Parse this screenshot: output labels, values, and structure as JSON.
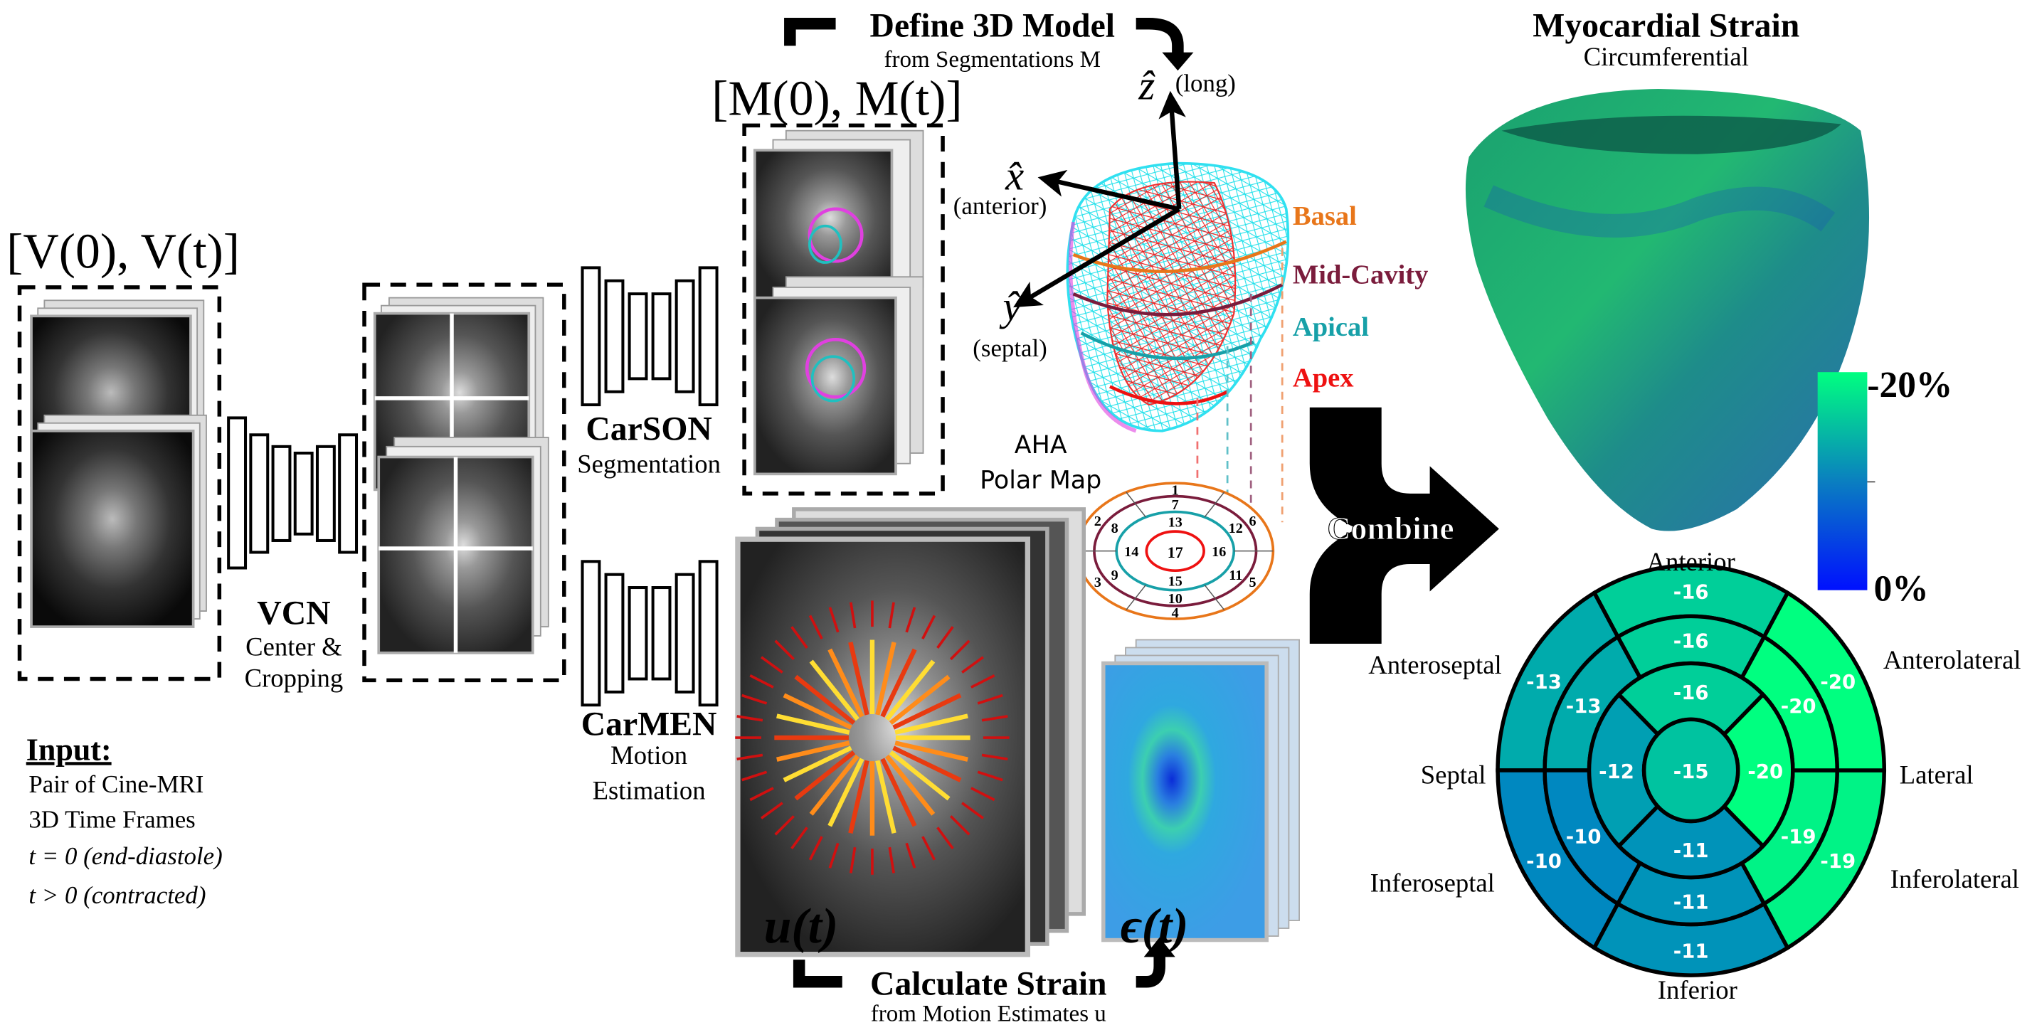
{
  "input": {
    "bracket_label": "[V(0), V(t)]",
    "title": "Input:",
    "lines": [
      "Pair of Cine-MRI",
      "3D Time Frames",
      "t = 0 (end-diastole)",
      "t > 0 (contracted)"
    ]
  },
  "vcn": {
    "name": "VCN",
    "line1": "Center &",
    "line2": "Cropping"
  },
  "carson": {
    "name": "CarSON",
    "desc": "Segmentation"
  },
  "carmen": {
    "name": "CarMEN",
    "line1": "Motion",
    "line2": "Estimation"
  },
  "segmentations": {
    "bracket_label": "[M(0), M(t)]"
  },
  "define_model": {
    "title": "Define 3D Model",
    "subtitle": "from Segmentations M"
  },
  "calc_strain": {
    "title": "Calculate Strain",
    "subtitle": "from Motion Estimates u"
  },
  "motion_label": "u(t)",
  "strain_label": "ϵ(t)",
  "axes": {
    "z": "ẑ",
    "z_desc": "(long)",
    "x": "x̂",
    "x_desc": "(anterior)",
    "y": "ŷ",
    "y_desc": "(septal)"
  },
  "levels": [
    {
      "label": "Basal",
      "color": "#e8761a"
    },
    {
      "label": "Mid-Cavity",
      "color": "#7a1c3c"
    },
    {
      "label": "Apical",
      "color": "#17a0a8"
    },
    {
      "label": "Apex",
      "color": "#ee1111"
    }
  ],
  "aha": {
    "line1": "AHA",
    "line2": "Polar Map",
    "segment_numbers": [
      "1",
      "2",
      "3",
      "4",
      "5",
      "6",
      "7",
      "8",
      "9",
      "10",
      "11",
      "12",
      "13",
      "14",
      "15",
      "16",
      "17"
    ]
  },
  "combine_label": "Combine",
  "result": {
    "title": "Myocardial Strain",
    "subtitle": "Circumferential",
    "colorbar": {
      "max_label": "-20%",
      "min_label": "0%",
      "color_max": "#00ff80",
      "color_min": "#0010ff"
    }
  },
  "polar_map": {
    "directions": {
      "anterior": "Anterior",
      "anterolateral": "Anterolateral",
      "lateral": "Lateral",
      "inferolateral": "Inferolateral",
      "inferior": "Inferior",
      "inferoseptal": "Inferoseptal",
      "septal": "Septal",
      "anteroseptal": "Anteroseptal"
    },
    "basal": [
      "-16",
      "-13",
      "-10",
      "-11",
      "-19",
      "-20"
    ],
    "mid": [
      "-16",
      "-13",
      "-10",
      "-11",
      "-19",
      "-20"
    ],
    "apical": [
      "-16",
      "-12",
      "-11",
      "-20"
    ],
    "apex": "-15"
  }
}
